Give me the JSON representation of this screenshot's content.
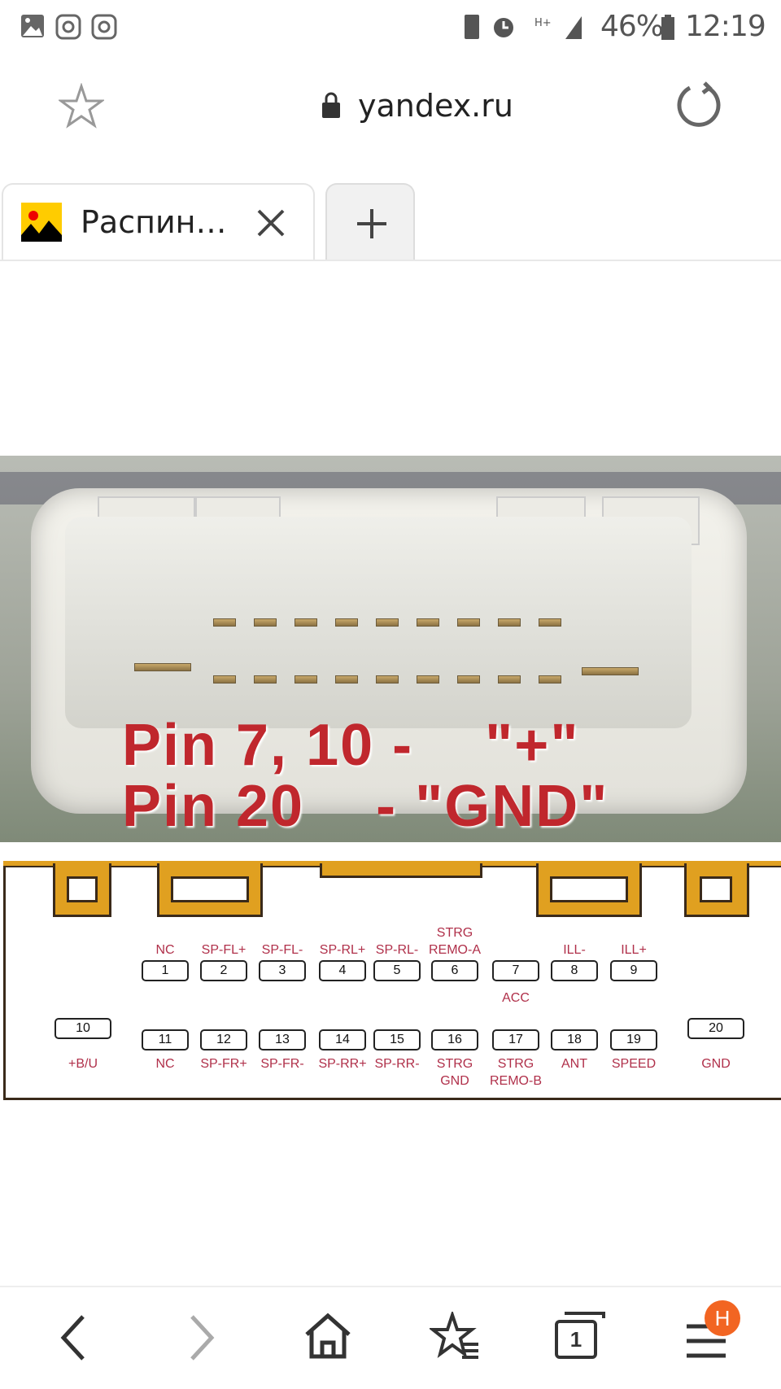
{
  "status_bar": {
    "battery": "46%",
    "time": "12:19",
    "network": "H+",
    "icons": [
      "gallery-icon",
      "instagram-icon",
      "instagram-icon",
      "battery-saver-icon",
      "alarm-icon",
      "network-icon",
      "signal-icon",
      "battery-icon"
    ]
  },
  "address_bar": {
    "url": "yandex.ru"
  },
  "tabs": [
    {
      "title": "Распин…"
    }
  ],
  "image": {
    "overlay_line1": "Pin 7, 10 -    \"+\"",
    "overlay_line2": "Pin 20    - \"GND\"",
    "top_row": [
      {
        "pin": "1",
        "label": "NC"
      },
      {
        "pin": "2",
        "label": "SP-FL+"
      },
      {
        "pin": "3",
        "label": "SP-FL-"
      },
      {
        "pin": "4",
        "label": "SP-RL+"
      },
      {
        "pin": "5",
        "label": "SP-RL-"
      },
      {
        "pin": "6",
        "label": "STRG REMO-A"
      },
      {
        "pin": "7",
        "label": "ACC"
      },
      {
        "pin": "8",
        "label": "ILL-"
      },
      {
        "pin": "9",
        "label": "ILL+"
      }
    ],
    "bottom_row": [
      {
        "pin": "11",
        "label": "NC"
      },
      {
        "pin": "12",
        "label": "SP-FR+"
      },
      {
        "pin": "13",
        "label": "SP-FR-"
      },
      {
        "pin": "14",
        "label": "SP-RR+"
      },
      {
        "pin": "15",
        "label": "SP-RR-"
      },
      {
        "pin": "16",
        "label": "STRG GND"
      },
      {
        "pin": "17",
        "label": "STRG REMO-B"
      },
      {
        "pin": "18",
        "label": "ANT"
      },
      {
        "pin": "19",
        "label": "SPEED"
      }
    ],
    "side_pins": [
      {
        "pin": "10",
        "label": "+B/U"
      },
      {
        "pin": "20",
        "label": "GND"
      }
    ]
  },
  "bottom_nav": {
    "tab_count": "1",
    "menu_badge": "H"
  },
  "colors": {
    "label_red": "#b0304a",
    "tab_orange": "#e0a020",
    "badge": "#f26522"
  }
}
